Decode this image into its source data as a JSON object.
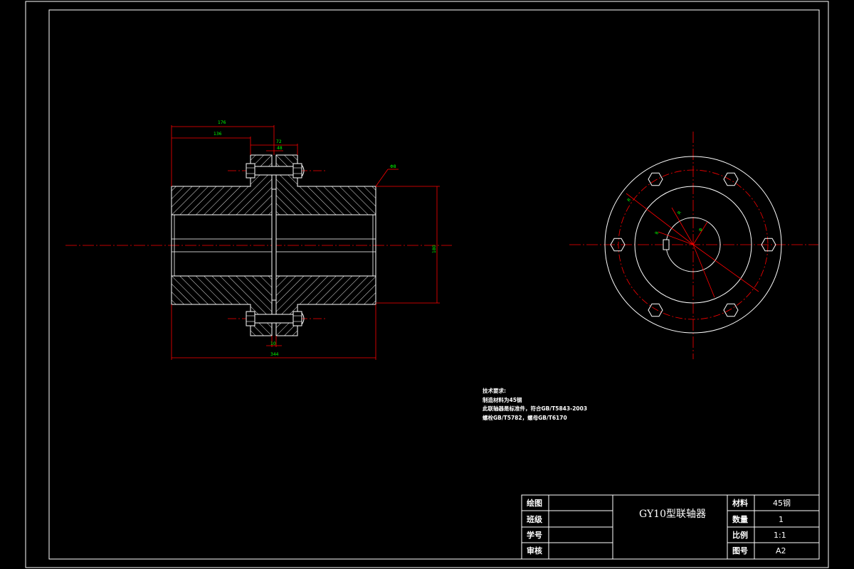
{
  "colors": {
    "background": "#000000",
    "outline": "#ffffff",
    "dimension": "#ff0000",
    "dimension_text": "#00ff00",
    "center_line": "#ff0000"
  },
  "dimensions": {
    "d176": "176",
    "d136": "136",
    "d72": "72",
    "d48": "48",
    "d10": "10",
    "d344": "344",
    "d180": "180",
    "dphi": "Φ8",
    "r_pcd": "R",
    "r_bore": "R",
    "d_key": "8",
    "d_hole": "Φ"
  },
  "tech_notes": {
    "title": "技术要求:",
    "line1": "制造材料为45钢",
    "line2": "此联轴器是标准件，符合GB/T5843-2003",
    "line3": "螺栓GB/T5782，螺母GB/T6170"
  },
  "title_block": {
    "label_draw": "绘图",
    "label_class": "班级",
    "label_student_id": "学号",
    "label_review": "审核",
    "title": "GY10型联轴器",
    "label_material": "材料",
    "material": "45钢",
    "label_quantity": "数量",
    "quantity": "1",
    "label_scale": "比例",
    "scale": "1:1",
    "label_drawing_no": "图号",
    "drawing_no": "A2"
  }
}
